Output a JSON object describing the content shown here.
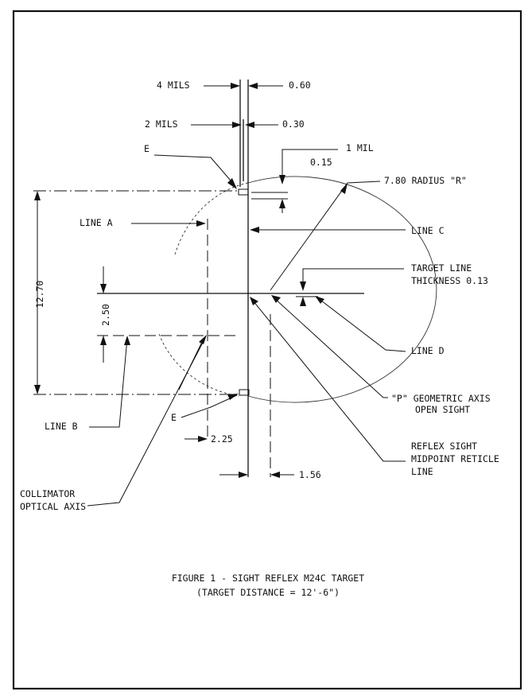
{
  "labels": {
    "mils4": "4 MILS",
    "v060": "0.60",
    "mils2": "2 MILS",
    "v030": "0.30",
    "mil1": "1 MIL",
    "v015": "0.15",
    "e_top": "E",
    "radius": "7.80 RADIUS \"R\"",
    "line_a": "LINE A",
    "line_c": "LINE C",
    "target_line_1": "TARGET LINE",
    "target_line_2": "THICKNESS 0.13",
    "v1270": "12.70",
    "v250": "2.50",
    "line_d": "LINE D",
    "p_axis_1": "\"P\" GEOMETRIC AXIS",
    "p_axis_2": "OPEN SIGHT",
    "e_bottom": "E",
    "line_b": "LINE B",
    "v225": "2.25",
    "reflex_1": "REFLEX SIGHT",
    "reflex_2": "MIDPOINT RETICLE",
    "reflex_3": "LINE",
    "v156": "1.56",
    "collimator_1": "COLLIMATOR",
    "collimator_2": "OPTICAL AXIS"
  },
  "caption": {
    "line1": "FIGURE 1 - SIGHT REFLEX M24C TARGET",
    "line2": "(TARGET DISTANCE = 12'-6\")"
  }
}
